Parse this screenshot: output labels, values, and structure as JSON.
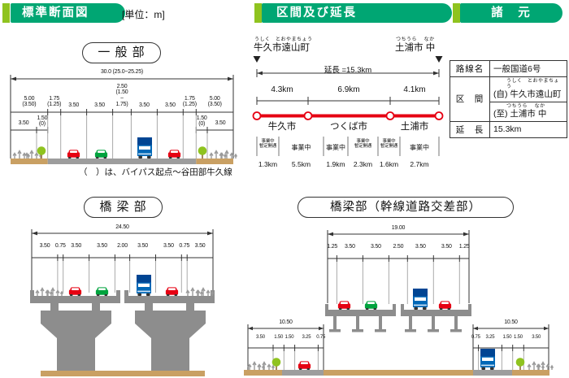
{
  "page": {
    "unit_label": "[単位：m]"
  },
  "headers": {
    "standard": "標準断面図",
    "section_extension": "区間及び延長",
    "specs": "諸　元"
  },
  "colors": {
    "accent_green": "#00a673",
    "accent_lime": "#8fc31f",
    "route_red": "#e60012",
    "car_red": "#e60012",
    "car_green": "#00a33e",
    "truck_blue": "#0068b7",
    "road_gray": "#9d9d9d",
    "structure_gray": "#8d8d8d",
    "ground_tan": "#c9a063"
  },
  "general_section": {
    "title": "一 般 部",
    "total_dim": "30.0 (25.0~25.25)",
    "dims": [
      "5.00\n(3.50)",
      "1.75\n(1.25)",
      "3.50",
      "3.50",
      "2.50\n(1.50\n~\n1.75)",
      "3.50",
      "3.50",
      "1.75\n(1.25)",
      "5.00\n(3.50)"
    ],
    "sub_dims_left": [
      "3.50",
      "1.50\n(0)"
    ],
    "sub_dims_right": [
      "1.50\n(0)",
      "3.50"
    ],
    "note": "（　）は、バイパス起点～谷田部牛久線"
  },
  "route": {
    "start_furigana": "うしく　とおやまちょう",
    "start": "牛久市遠山町",
    "end_furigana": "つちうら　 なか",
    "end": "土浦市 中",
    "total_label": "延長 =15.3km",
    "section_lengths": [
      "4.3km",
      "6.9km",
      "4.1km"
    ],
    "cities": [
      "牛久市",
      "つくば市",
      "土浦市"
    ],
    "segments": [
      {
        "status": "事業中\n暫定開通",
        "length": "1.3km"
      },
      {
        "status": "事業中",
        "length": "5.5km"
      },
      {
        "status": "事業中",
        "length": "1.9km"
      },
      {
        "status": "事業中\n暫定開通",
        "length": "2.3km"
      },
      {
        "status": "事業中\n暫定開通",
        "length": "1.6km"
      },
      {
        "status": "事業中",
        "length": "2.7km"
      }
    ]
  },
  "spec_table": {
    "route_name_label": "路線名",
    "route_name": "一般国道6号",
    "section_label": "区　間",
    "from_furigana": "うしく　とおやまちょう",
    "from": "(自) 牛久市遠山町",
    "to_furigana": "つちうら　 なか",
    "to": "(至) 土浦市 中",
    "length_label": "延　長",
    "length": "15.3km"
  },
  "bridge_section": {
    "title": "橋 梁 部",
    "total_dim": "24.50",
    "dims": [
      "3.50",
      "0.75",
      "3.50",
      "3.50",
      "2.00",
      "3.50",
      "3.50",
      "0.75",
      "3.50"
    ]
  },
  "bridge_crossing": {
    "title": "橋梁部（幹線道路交差部）",
    "total_dim": "19.00",
    "dims": [
      "1.25",
      "3.50",
      "3.50",
      "2.50",
      "3.50",
      "3.50",
      "1.25"
    ],
    "left_road": {
      "total_dim": "10.50",
      "dims": [
        "3.50",
        "1.50",
        "1.50",
        "3.25",
        "0.75"
      ]
    },
    "right_road": {
      "total_dim": "10.50",
      "dims": [
        "0.75",
        "3.25",
        "1.50",
        "1.50",
        "3.50"
      ]
    }
  }
}
